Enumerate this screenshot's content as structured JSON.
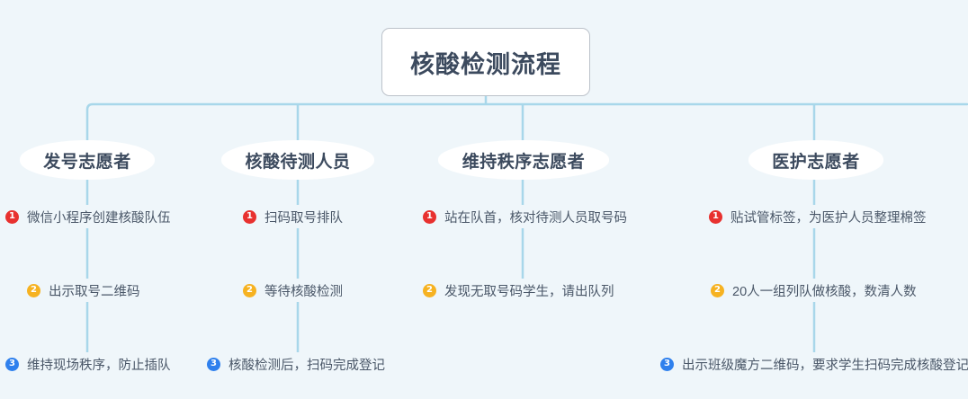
{
  "palette": {
    "background": "#eff6fa",
    "connector": "#a8d7ea",
    "title_text": "#3c4a5e",
    "body_text": "#4a5768",
    "badge_1": "#e8312f",
    "badge_2": "#f6b221",
    "badge_3": "#2f80ed",
    "box_border": "#bcc2ca",
    "box_fill": "#ffffff"
  },
  "root": {
    "title": "核酸检测流程"
  },
  "columns": [
    {
      "header": "发号志愿者",
      "items": [
        {
          "num": "1",
          "text": "微信小程序创建核酸队伍"
        },
        {
          "num": "2",
          "text": "出示取号二维码"
        },
        {
          "num": "3",
          "text": "维持现场秩序，防止插队"
        }
      ]
    },
    {
      "header": "核酸待测人员",
      "items": [
        {
          "num": "1",
          "text": "扫码取号排队"
        },
        {
          "num": "2",
          "text": "等待核酸检测"
        },
        {
          "num": "3",
          "text": "核酸检测后，扫码完成登记"
        }
      ]
    },
    {
      "header": "维持秩序志愿者",
      "items": [
        {
          "num": "1",
          "text": "站在队首，核对待测人员取号码"
        },
        {
          "num": "2",
          "text": "发现无取号码学生，请出队列"
        }
      ]
    },
    {
      "header": "医护志愿者",
      "items": [
        {
          "num": "1",
          "text": "贴试管标签，为医护人员整理棉签"
        },
        {
          "num": "2",
          "text": "20人一组列队做核酸，数清人数"
        },
        {
          "num": "3",
          "text": "出示班级魔方二维码，要求学生扫码完成核酸登记"
        }
      ]
    }
  ]
}
